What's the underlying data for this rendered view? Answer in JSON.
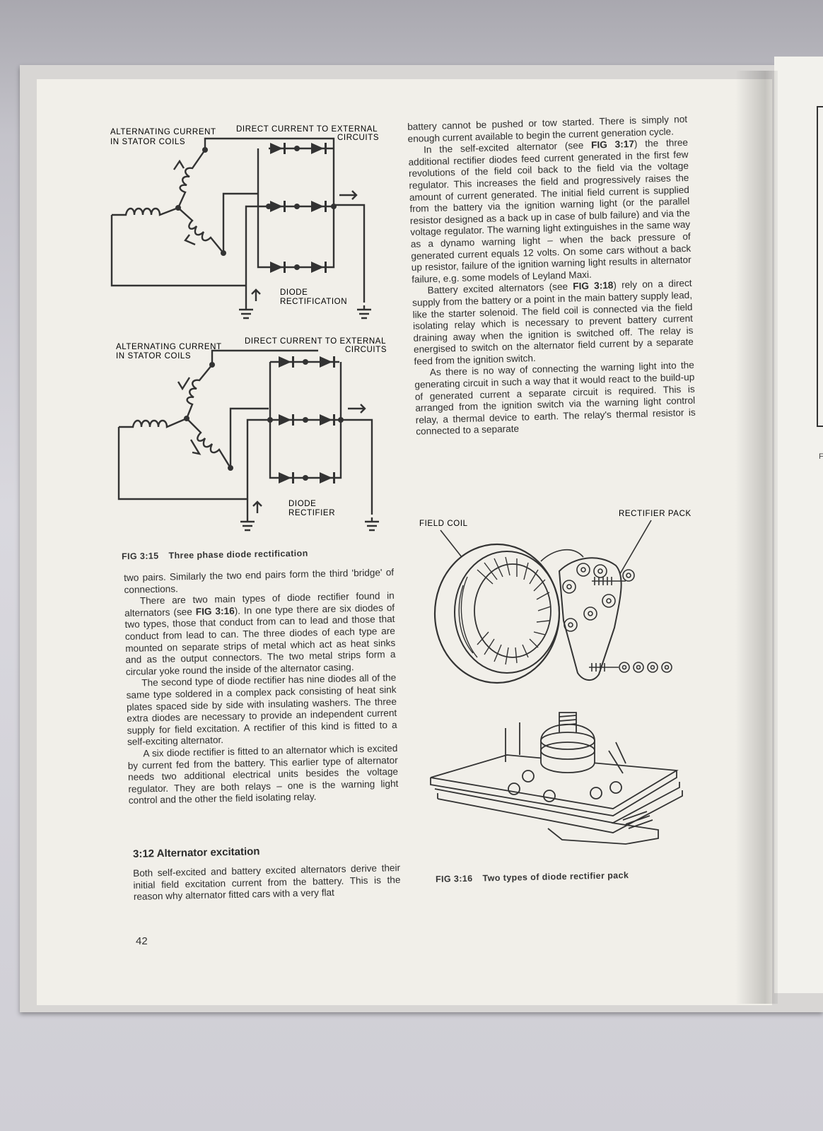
{
  "fig15": {
    "top": {
      "label_ac_1": "ALTERNATING CURRENT",
      "label_ac_2": "IN STATOR COILS",
      "label_dc_1": "DIRECT CURRENT TO EXTERNAL",
      "label_dc_2": "CIRCUITS",
      "label_diode_1": "DIODE",
      "label_diode_2": "RECTIFICATION"
    },
    "bottom": {
      "label_ac_1": "ALTERNATING CURRENT",
      "label_ac_2": "IN STATOR COILS",
      "label_dc_1": "DIRECT CURRENT TO EXTERNAL",
      "label_dc_2": "CIRCUITS",
      "label_diode_1": "DIODE",
      "label_diode_2": "RECTIFIER"
    },
    "caption_num": "FIG 3:15",
    "caption_text": "Three phase diode rectification"
  },
  "fig16": {
    "label_field_coil": "FIELD COIL",
    "label_rectifier_pack": "RECTIFIER PACK",
    "caption_num": "FIG 3:16",
    "caption_text": "Two types of diode rectifier pack"
  },
  "left_column": {
    "p1": "two pairs. Similarly the two end pairs form the third 'bridge' of connections.",
    "p2_a": "There are two main types of diode rectifier found in alternators (see ",
    "p2_ref": "FIG 3:16",
    "p2_b": "). In one type there are six diodes of two types, those that conduct from can to lead and those that conduct from lead to can. The three diodes of each type are mounted on separate strips of metal which act as heat sinks and as the output connectors. The two metal strips form a circular yoke round the inside of the alternator casing.",
    "p3": "The second type of diode rectifier has nine diodes all of the same type soldered in a complex pack consisting of heat sink plates spaced side by side with insulating washers. The three extra diodes are necessary to provide an independent current supply for field excitation. A rectifier of this kind is fitted to a self-exciting alternator.",
    "p4": "A six diode rectifier is fitted to an alternator which is excited by current fed from the battery. This earlier type of alternator needs two additional electrical units besides the voltage regulator. They are both relays – one is the warning light control and the other the field isolating relay.",
    "heading": "3:12 Alternator excitation",
    "p5": "Both self-excited and battery excited alternators derive their initial field excitation current from the battery. This is the reason why alternator fitted cars with a very flat"
  },
  "right_column": {
    "p1": "battery cannot be pushed or tow started. There is simply not enough current available to begin the current generation cycle.",
    "p2_a": "In the self-excited alternator (see ",
    "p2_ref": "FIG 3:17",
    "p2_b": ") the three additional rectifier diodes feed current generated in the first few revolutions of the field coil back to the field via the voltage regulator. This increases the field and progressively raises the amount of current generated. The initial field current is supplied from the battery via the ignition warning light (or the parallel resistor designed as a back up in case of bulb failure) and via the voltage regulator. The warning light extinguishes in the same way as a dynamo warning light – when the back pressure of generated current equals 12 volts. On some cars without a back up resistor, failure of the ignition warning light results in alternator failure, e.g. some models of Leyland Maxi.",
    "p3_a": "Battery excited alternators (see ",
    "p3_ref": "FIG 3:18",
    "p3_b": ") rely on a direct supply from the battery or a point in the main battery supply lead, like the starter solenoid. The field coil is connected via the field isolating relay which is necessary to prevent battery current draining away when the ignition is switched off. The relay is energised to switch on the alternator field current by a separate feed from the ignition switch.",
    "p4": "As there is no way of connecting the warning light into the generating circuit in such a way that it would react to the build-up of generated current a separate circuit is required. This is arranged from the ignition switch via the warning light control relay, a thermal device to earth. The relay's thermal resistor is connected to a separate"
  },
  "page_number": "42",
  "right_page_mark": "F"
}
